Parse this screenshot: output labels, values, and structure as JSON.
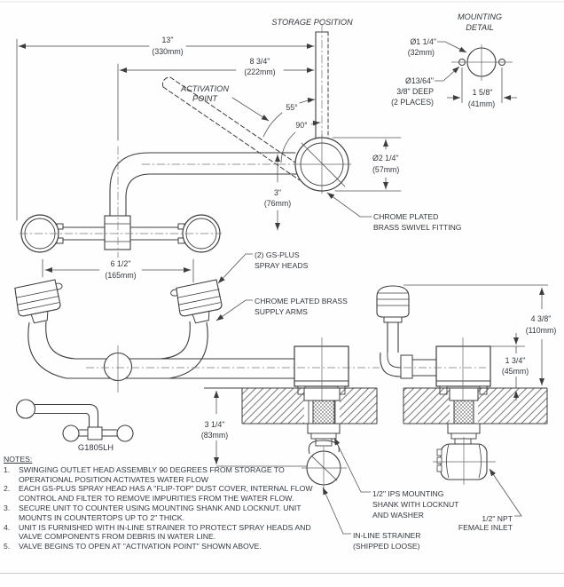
{
  "titles": {
    "storage_position": "STORAGE POSITION",
    "mounting_detail_1": "MOUNTING",
    "mounting_detail_2": "DETAIL",
    "activation_1": "ACTIVATION",
    "activation_2": "POINT"
  },
  "dimensions": {
    "d13": "13\"",
    "d13mm": "(330mm)",
    "d875": "8 3/4\"",
    "d875mm": "(222mm)",
    "d65": "6 1/2\"",
    "d65mm": "(165mm)",
    "d3": "3\"",
    "d3mm": "(76mm)",
    "d225": "Ø2 1/4\"",
    "d225mm": "(57mm)",
    "d125": "Ø1 1/4\"",
    "d125mm": "(32mm)",
    "d1364": "Ø13/64\"",
    "d1364b": "3/8\" DEEP",
    "d1364c": "(2 PLACES)",
    "d158": "1 5/8\"",
    "d158mm": "(41mm)",
    "d438": "4 3/8\"",
    "d438mm": "(110mm)",
    "d134": "1 3/4\"",
    "d134mm": "(45mm)",
    "d314": "3 1/4\"",
    "d314mm": "(83mm)",
    "a55": "55°",
    "a90": "90°"
  },
  "labels": {
    "swivel_1": "CHROME PLATED",
    "swivel_2": "BRASS SWIVEL FITTING",
    "heads_1": "(2) GS-PLUS",
    "heads_2": "SPRAY HEADS",
    "arms_1": "CHROME PLATED BRASS",
    "arms_2": "SUPPLY ARMS",
    "model_number": "G1805LH",
    "shank_1": "1/2\" IPS MOUNTING",
    "shank_2": "SHANK WITH LOCKNUT",
    "shank_3": "AND WASHER",
    "strainer_1": "IN-LINE STRAINER",
    "strainer_2": "(SHIPPED LOOSE)",
    "inlet_1": "1/2\" NPT",
    "inlet_2": "FEMALE INLET"
  },
  "notes": {
    "title": "NOTES:",
    "rows": [
      {
        "num": "1.",
        "text": "SWINGING OUTLET HEAD ASSEMBLY 90 DEGREES FROM STORAGE TO"
      },
      {
        "num": "",
        "text": "OPERATIONAL POSITION ACTIVATES WATER FLOW"
      },
      {
        "num": "2.",
        "text": "EACH GS-PLUS SPRAY HEAD HAS A \"FLIP-TOP\" DUST COVER, INTERNAL FLOW"
      },
      {
        "num": "",
        "text": "CONTROL AND FILTER TO REMOVE IMPURITIES FROM THE WATER FLOW."
      },
      {
        "num": "3.",
        "text": "SECURE UNIT TO COUNTER USING MOUNTING SHANK AND LOCKNUT. UNIT"
      },
      {
        "num": "",
        "text": "MOUNTS IN COUNTERTOPS UP TO 2\" THICK."
      },
      {
        "num": "4.",
        "text": "UNIT IS FURNISHED WITH IN-LINE STRAINER TO PROTECT SPRAY HEADS AND"
      },
      {
        "num": "",
        "text": "VALVE COMPONENTS FROM DEBRIS IN WATER LINE."
      },
      {
        "num": "5.",
        "text": "VALVE BEGINS TO OPEN AT \"ACTIVATION POINT\" SHOWN ABOVE."
      }
    ]
  },
  "colors": {
    "line": "#3d3d3d",
    "thin": "#555555",
    "text": "#32373d",
    "border": "#cccccc"
  }
}
